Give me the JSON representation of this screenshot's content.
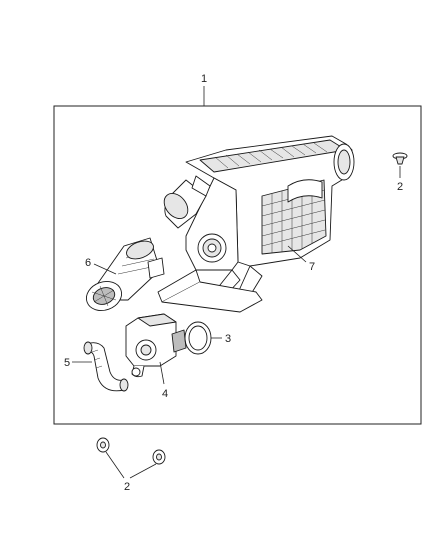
{
  "callouts": {
    "c1": "1",
    "c2_top": "2",
    "c2_bottom": "2",
    "c3": "3",
    "c4": "4",
    "c5": "5",
    "c6": "6",
    "c7": "7"
  },
  "colors": {
    "line": "#222222",
    "background": "#ffffff",
    "shading": "#e6e6e6"
  }
}
